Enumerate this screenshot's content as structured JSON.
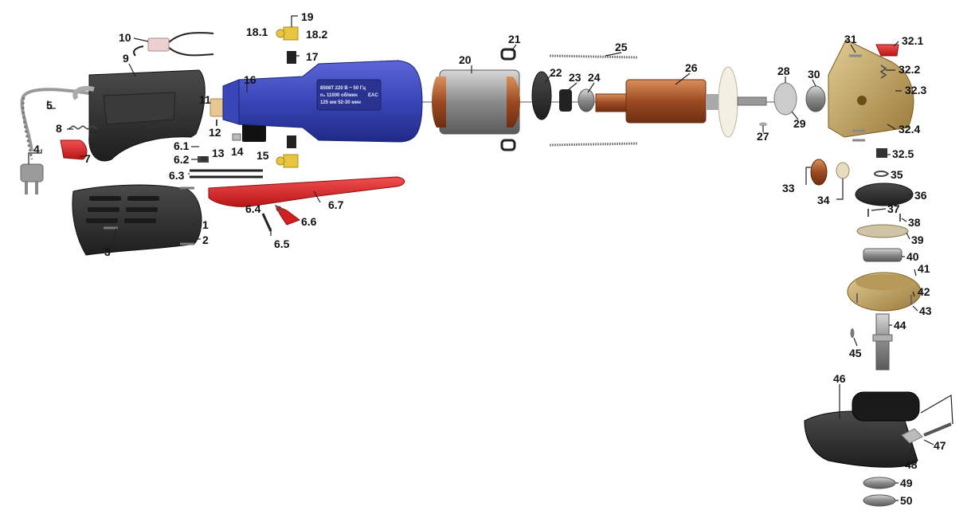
{
  "nameplate": {
    "model_line": "8508Т  220 В ~ 50 Гц",
    "speed_line": "n₀ 11000 об/мин",
    "disc_line": "125 мм  52-30 мин",
    "marks": "EAC"
  },
  "labels": {
    "p1": "1",
    "p2": "2",
    "p3": "3",
    "p4": "4",
    "p5": "5",
    "p6_1": "6.1",
    "p6_2": "6.2",
    "p6_3": "6.3",
    "p6_4": "6.4",
    "p6_5": "6.5",
    "p6_6": "6.6",
    "p6_7": "6.7",
    "p7": "7",
    "p8": "8",
    "p9": "9",
    "p10": "10",
    "p11": "11",
    "p12": "12",
    "p13": "13",
    "p14": "14",
    "p15": "15",
    "p16": "16",
    "p17": "17",
    "p18_1": "18.1",
    "p18_2": "18.2",
    "p19": "19",
    "p20": "20",
    "p21": "21",
    "p22": "22",
    "p23": "23",
    "p24": "24",
    "p25": "25",
    "p26": "26",
    "p27": "27",
    "p28": "28",
    "p29": "29",
    "p30": "30",
    "p31": "31",
    "p32_1": "32.1",
    "p32_2": "32.2",
    "p32_3": "32.3",
    "p32_4": "32.4",
    "p32_5": "32.5",
    "p33": "33",
    "p34": "34",
    "p35": "35",
    "p36": "36",
    "p37": "37",
    "p38": "38",
    "p39": "39",
    "p40": "40",
    "p41": "41",
    "p42": "42",
    "p43": "43",
    "p44": "44",
    "p45": "45",
    "p46": "46",
    "p47": "47",
    "p48": "48",
    "p49": "49",
    "p50": "50"
  },
  "colors": {
    "housing_dark": "#2e2e2e",
    "motor_blue": "#3a46b8",
    "switch_red": "#e02424",
    "copper": "#b8602e",
    "gearbox_gold": "#c9a867",
    "steel": "#9a9a9a",
    "label_text": "#111111"
  }
}
